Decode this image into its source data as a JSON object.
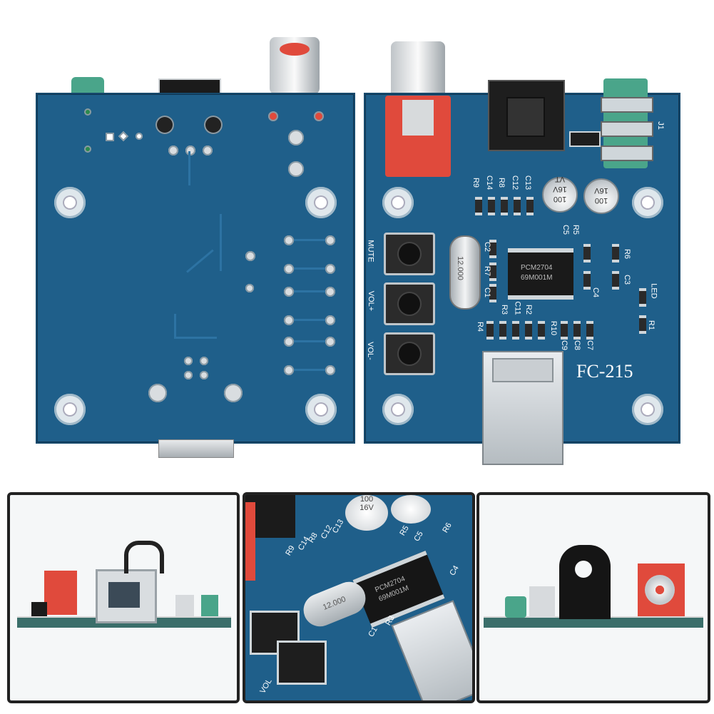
{
  "image": {
    "description_labels": {
      "board_model": "FC-215",
      "chip_text_line1": "PCM2704",
      "chip_text_line2": "69M001M",
      "crystal_text": "12.000",
      "button_labels": [
        "MUTE",
        "VOL+",
        "VOL-"
      ],
      "cap_text_1": "100\n16V\nVT",
      "cap_text_2": "100\n16V",
      "led_label": "LED",
      "connector_label": "J1",
      "component_labels": [
        "R9",
        "C14",
        "R8",
        "C12",
        "C13",
        "R5",
        "C5",
        "C2",
        "R7",
        "C1",
        "R6",
        "C3",
        "C4",
        "R3",
        "C11",
        "R2",
        "R4",
        "R10",
        "C9",
        "C8",
        "C7",
        "R1"
      ]
    },
    "colors": {
      "pcb_blue": "#1f5f8a",
      "rca_red": "#e04a3c",
      "jack_green": "#4aa58a",
      "background": "#ffffff"
    },
    "zoom_text": {
      "chip_zoom_1": "PCM2704",
      "chip_zoom_2": "69M001M",
      "crystal_zoom": "12.000",
      "cap_zoom": "100\n16V",
      "labels": [
        "R9",
        "C14",
        "R8",
        "C12",
        "C13",
        "R5",
        "C5",
        "R6",
        "C4",
        "R3",
        "C1",
        "VOL"
      ]
    }
  }
}
